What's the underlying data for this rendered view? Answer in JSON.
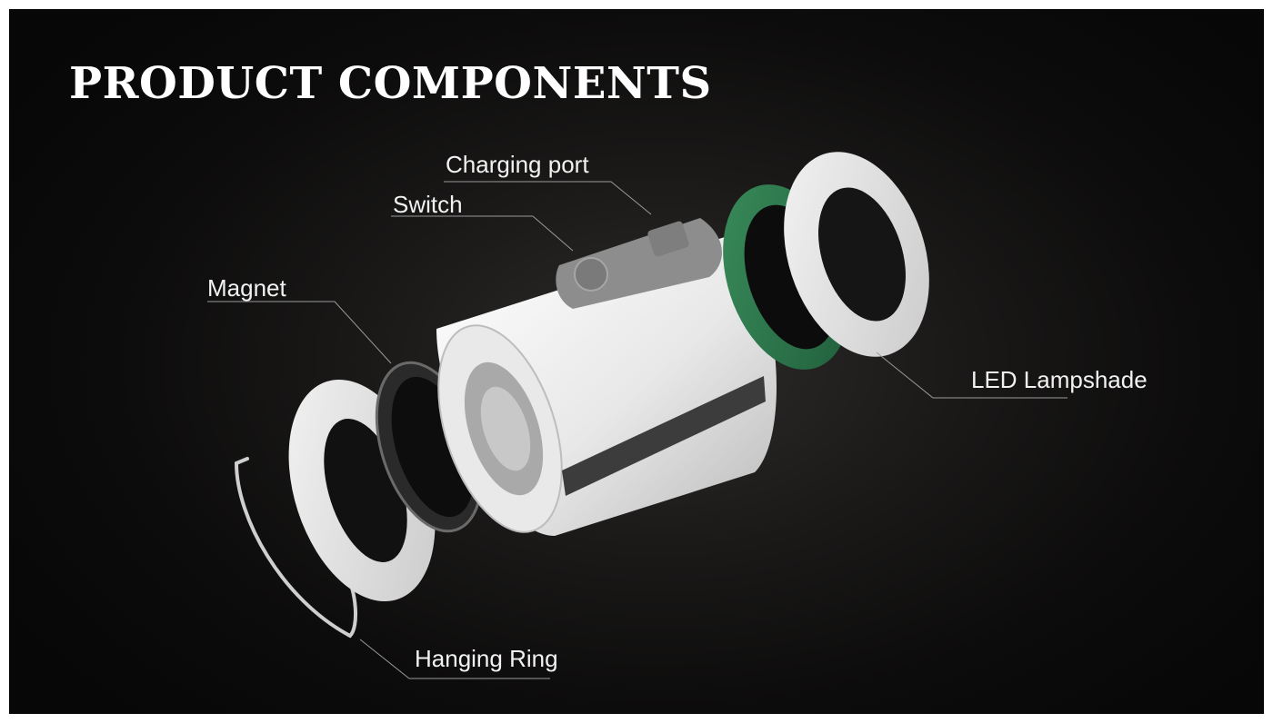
{
  "title": "PRODUCT COMPONENTS",
  "labels": {
    "charging_port": "Charging port",
    "switch": "Switch",
    "magnet": "Magnet",
    "led_lampshade": "LED Lampshade",
    "hanging_ring": "Hanging Ring"
  },
  "colors": {
    "background": "#0d0c0c",
    "text": "#ffffff",
    "leader_line": "#9a9a9a",
    "pcb": "#2f7a4e"
  }
}
